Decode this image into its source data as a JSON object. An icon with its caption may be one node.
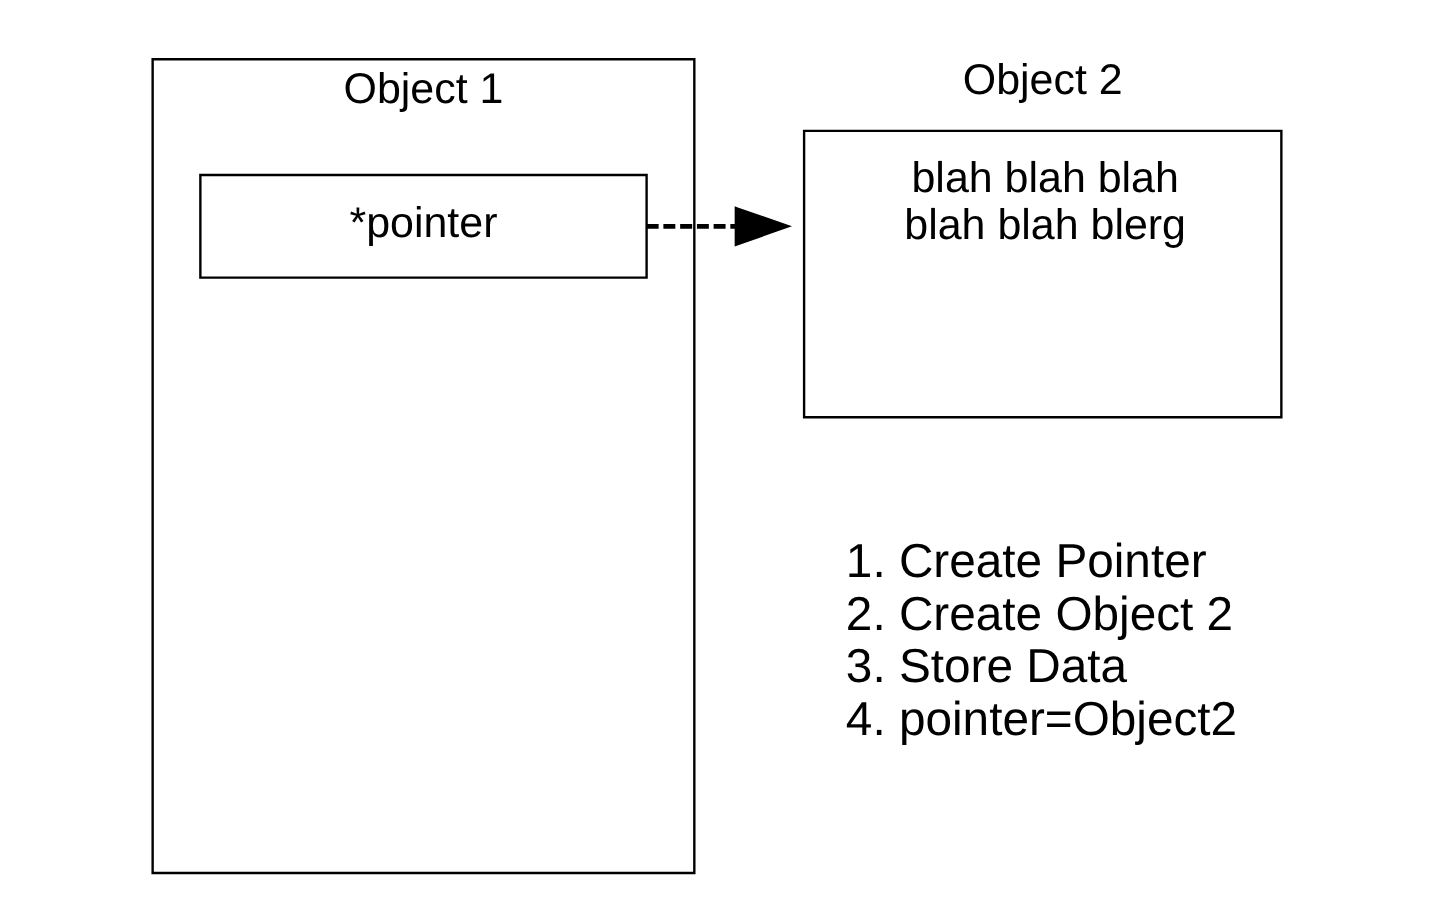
{
  "diagram": {
    "nodes": [
      {
        "text": [
          "Object 1"
        ]
      },
      {
        "text": [
          "*pointer"
        ],
        "in": 0
      },
      {
        "text": [
          "Object 2",
          "blah blah blah blah blah blerg"
        ]
      }
    ],
    "edges": [
      {
        "from": 1,
        "to": 2,
        "arrow": "to",
        "style": "dashed"
      }
    ],
    "labels": [
      "1. Create Pointer",
      "2. Create Object 2",
      "3. Store Data",
      "4. pointer=Object2"
    ]
  }
}
